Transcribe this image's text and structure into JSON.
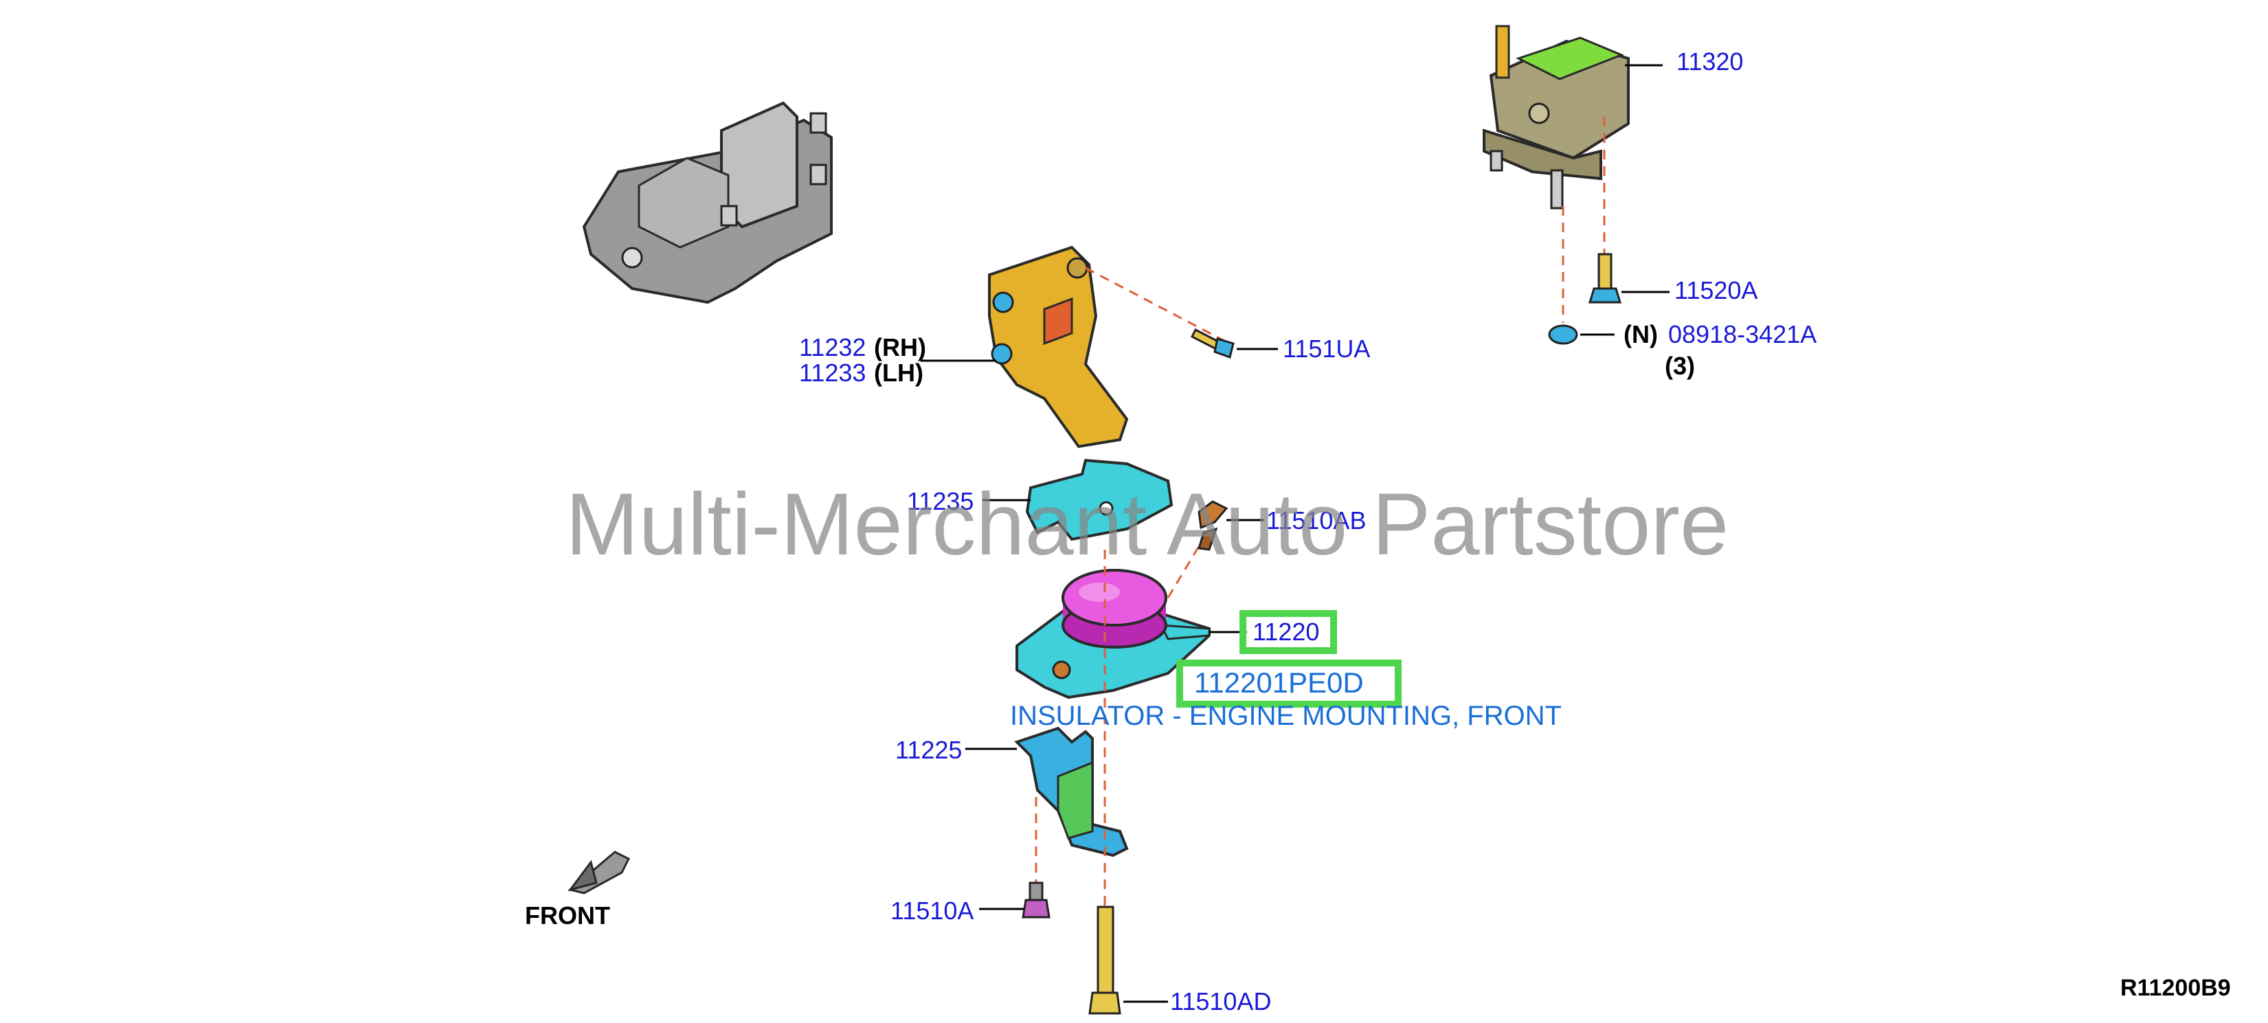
{
  "diagram": {
    "code": "R11200B9",
    "watermark": "Multi-Merchant Auto Partstore",
    "front_label": "FRONT",
    "highlight": {
      "part_ref": "11220",
      "part_number": "112201PE0D",
      "description": "INSULATOR - ENGINE MOUNTING, FRONT",
      "highlight_color": "#4fd64f",
      "text_color": "#1a6fd6"
    },
    "callouts": [
      {
        "id": "11320",
        "text": "11320"
      },
      {
        "id": "11520A",
        "text": "11520A"
      },
      {
        "id": "08918-3421A",
        "prefix": "(N)",
        "text": "08918-3421A",
        "qty": "(3)"
      },
      {
        "id": "11151UA",
        "text": "1151UA"
      },
      {
        "id": "11232",
        "text": "11232",
        "suffix": "(RH)"
      },
      {
        "id": "11233",
        "text": "11233",
        "suffix": "(LH)"
      },
      {
        "id": "11235",
        "text": "11235"
      },
      {
        "id": "11510AB",
        "text": "11510AB"
      },
      {
        "id": "11225",
        "text": "11225"
      },
      {
        "id": "11510A",
        "text": "11510A"
      },
      {
        "id": "11510AD",
        "text": "11510AD"
      }
    ],
    "colors": {
      "callout_text": "#1a1ad6",
      "bracket_rh": "#e6b12a",
      "insulator_base": "#3fd0dc",
      "insulator_top": "#e040d8",
      "bracket_lower": "#3ab0e0",
      "leader_dash": "#e0603a",
      "mount_rear": "#a8a17a"
    }
  }
}
